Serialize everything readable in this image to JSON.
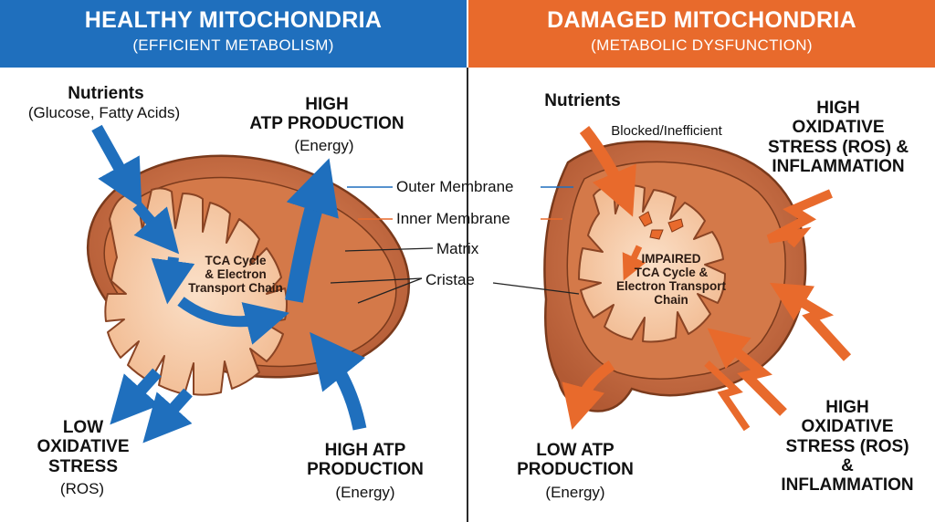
{
  "left_panel": {
    "title": "HEALTHY MITOCHONDRIA",
    "subtitle": "(EFFICIENT METABOLISM)",
    "nutrients_title": "Nutrients",
    "nutrients_detail": "(Glucose, Fatty Acids)",
    "top_output_title": "HIGH\nATP PRODUCTION",
    "top_output_detail": "(Energy)",
    "inner_process": "TCA Cycle\n& Electron\nTransport Chain",
    "low_stress_title": "LOW\nOXIDATIVE\nSTRESS",
    "low_stress_detail": "(ROS)",
    "bottom_output_title": "HIGH ATP\nPRODUCTION",
    "bottom_output_detail": "(Energy)"
  },
  "right_panel": {
    "title": "DAMAGED MITOCHONDRIA",
    "subtitle": "(METABOLIC DYSFUNCTION)",
    "nutrients_title": "Nutrients",
    "blocked_label": "Blocked/Inefficient",
    "top_stress_title": "HIGH\nOXIDATIVE\nSTRESS (ROS) &\nINFLAMMATION",
    "inner_process": "IMPAIRED\nTCA Cycle &\nElectron Transport\nChain",
    "bottom_stress_title": "HIGH\nOXIDATIVE\nSTRESS (ROS)\n&\nINFLAMMATION",
    "low_atp_title": "LOW ATP\nPRODUCTION",
    "low_atp_detail": "(Energy)"
  },
  "callouts": {
    "outer_membrane": "Outer Membrane",
    "inner_membrane": "Inner Membrane",
    "matrix": "Matrix",
    "cristae": "Cristae"
  },
  "colors": {
    "healthy_blue": "#1f6fbd",
    "damaged_orange": "#e86a2c",
    "membrane_brown": "#b8603a",
    "matrix_peach": "#f5c7a4"
  }
}
